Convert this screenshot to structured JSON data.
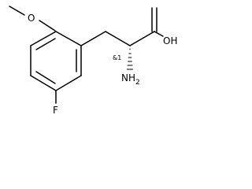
{
  "molecule": {
    "atoms": {
      "oxygen_methoxy": "O",
      "oxygen_hydroxyl": "OH",
      "amine": "NH",
      "amine_subscript": "2",
      "fluorine": "F",
      "stereo_descriptor": "&1"
    }
  }
}
